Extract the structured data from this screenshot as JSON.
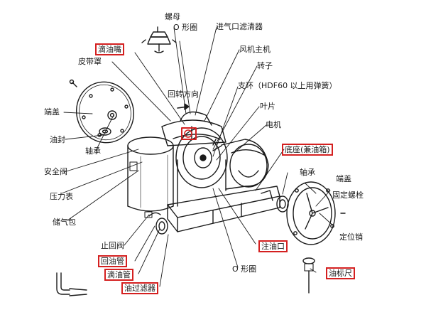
{
  "labels": {
    "nut": "螺母",
    "oring_top": "O 形圈",
    "intake_filter": "进气口滤清器",
    "oil_nozzle": "滴油嘴",
    "blower_main": "风机主机",
    "belt_cover": "皮带罩",
    "rotor": "转子",
    "rotation_direction": "回转方向",
    "support_ring": "支环（HDF60 以上用弹簧）",
    "end_cover_left": "端盖",
    "blade": "叶片",
    "oil_seal": "油封",
    "bearing_left": "轴承",
    "motor": "电机",
    "base": "底座(兼油箱)",
    "safety_valve": "安全阀",
    "bearing_right": "轴承",
    "end_cover_right": "端盖",
    "pressure_gauge": "压力表",
    "fixing_bolt": "固定螺栓",
    "air_tank": "储气包",
    "locating_pin": "定位销",
    "check_valve": "止回阀",
    "oil_fill_port": "注油口",
    "return_pipe": "回油管",
    "drip_pipe": "滴油管",
    "oring_bottom": "O 形圈",
    "oil_filter": "油过滤器",
    "dipstick": "油标尺"
  },
  "colors": {
    "highlight_box": "#d42020",
    "line_art": "#1a1a1a"
  }
}
